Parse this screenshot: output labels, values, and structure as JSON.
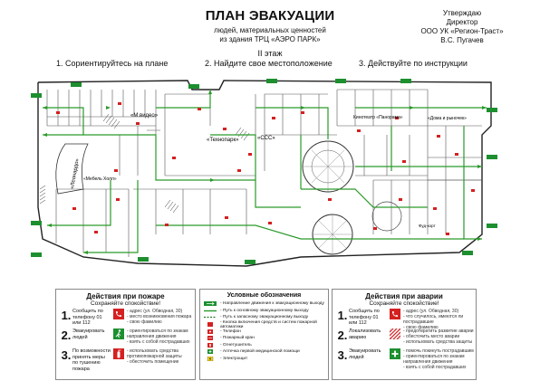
{
  "header": {
    "title": "ПЛАН ЭВАКУАЦИИ",
    "subtitle_line1": "людей, материальных ценностей",
    "subtitle_line2": "из здания ТРЦ «АЭРО ПАРК»",
    "approval": [
      "Утверждаю",
      "Директор",
      "ООО УК «Регион-Траст»",
      "В.С. Пугачев"
    ]
  },
  "floor_label": "II этаж",
  "steps": [
    "1. Сориентируйтесь на плане",
    "2. Найдите свое местоположение",
    "3. Действуйте по инструкции"
  ],
  "map": {
    "labels": {
      "mvideo": "«М.видео»",
      "technopark": "«Технопарк»",
      "ccc": "«CCC»",
      "leonardo": "«Леонардо»",
      "cinema": "Кинотеатр «Панорама»",
      "dom": "«Дома и рыночек»",
      "mebel": "«Мебель Холл»",
      "foodcourt": "Фуд-корт"
    }
  },
  "fire_panel": {
    "title": "Действия при пожаре",
    "subtitle": "Сохраняйте спокойствие!",
    "items": [
      {
        "num": "1.",
        "action": "Сообщить по телефону 01 или 112",
        "detail": "- адрес (ул. Обводная, 30)\n- место возникновения пожара\n- свою фамилию"
      },
      {
        "num": "2.",
        "action": "Эвакуировать людей",
        "detail": "- ориентироваться по знакам направления движения\n- взять с собой пострадавших"
      },
      {
        "num": "3.",
        "action": "По возможности принять меры по тушению пожара",
        "detail": "- использовать средства противопожарной защиты\n- обесточить помещение"
      }
    ]
  },
  "legend_panel": {
    "title": "Условные обозначения",
    "items": [
      "- Направление движения к эвакуационному выходу",
      "- Путь к основному эвакуационному выходу",
      "- Путь к запасному эвакуационному выходу",
      "- Кнопка включения средств и систем пожарной автоматики",
      "- Телефон",
      "- Пожарный кран",
      "- Огнетушитель",
      "- Аптечка первой медицинской помощи",
      "- Электрощит"
    ]
  },
  "accident_panel": {
    "title": "Действия при аварии",
    "subtitle": "Сохраняйте спокойствие!",
    "items": [
      {
        "num": "1.",
        "action": "Сообщить по телефону 01 или 112",
        "detail": "- адрес (ул. Обводная, 30)\n- что случилось, имеются ли пострадавшие\n- свою фамилию"
      },
      {
        "num": "2.",
        "action": "Локализовать аварию",
        "detail": "- предотвратить развитие аварии\n- обесточить место аварии\n- использовать средства защиты"
      },
      {
        "num": "3.",
        "action": "Эвакуировать людей",
        "detail": "- помочь покинуть пострадавшим\n- ориентироваться по знакам направления движения\n- взять с собой пострадавших"
      }
    ]
  },
  "colors": {
    "wall": "#222222",
    "route_main": "#2a9a2a",
    "route_reserve": "#1f7f1f",
    "fire_red": "#d42020",
    "green_sign": "#1d8f2f",
    "panel_border": "#888888"
  }
}
